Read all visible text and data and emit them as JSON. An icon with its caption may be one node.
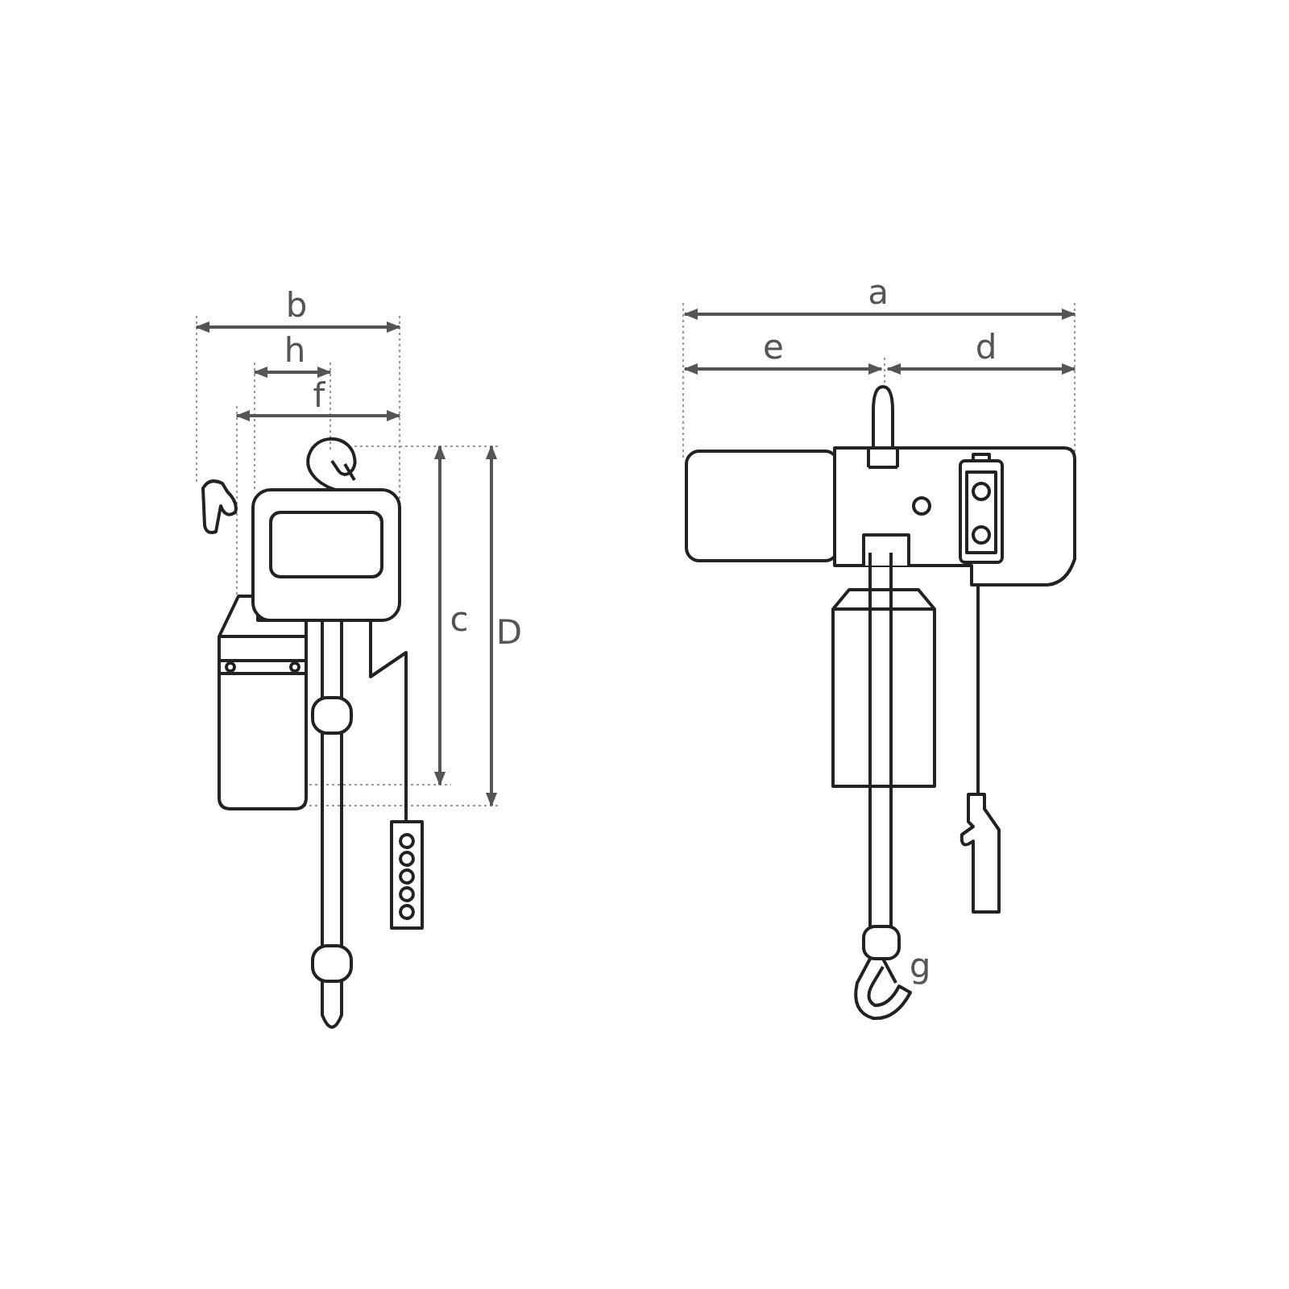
{
  "diagram": {
    "labels": [
      "b",
      "h",
      "f",
      "c",
      "D",
      "a",
      "e",
      "d",
      "g"
    ]
  }
}
